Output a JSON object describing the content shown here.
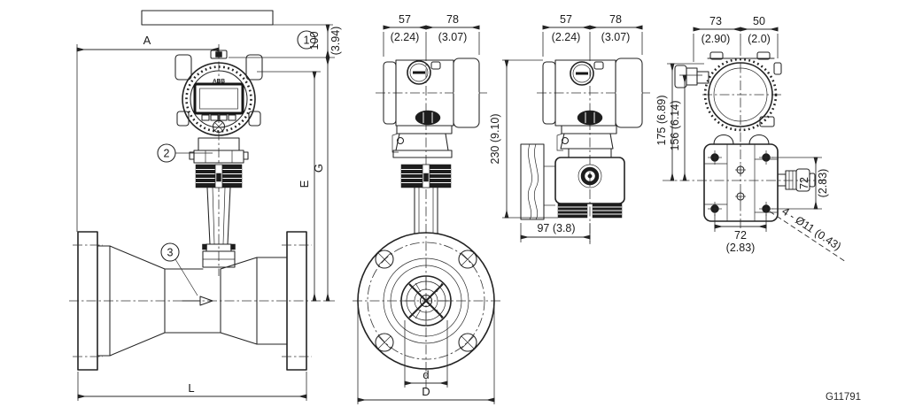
{
  "drawing_number": "G11791",
  "brand": "ABB",
  "callouts": {
    "c1": "1",
    "c2": "2",
    "c3": "3"
  },
  "view_installation": {
    "dim_A": "A",
    "dim_100_mm": "100",
    "dim_100_in": "(3.94)",
    "dim_E": "E",
    "dim_G": "G",
    "dim_L": "L"
  },
  "view_front": {
    "dim_57_mm": "57",
    "dim_57_in": "(2.24)",
    "dim_78_mm": "78",
    "dim_78_in": "(3.07)",
    "dim_d": "d",
    "dim_D": "D"
  },
  "view_side": {
    "dim_57_mm": "57",
    "dim_57_in": "(2.24)",
    "dim_78_mm": "78",
    "dim_78_in": "(3.07)",
    "dim_230": "230 (9.10)",
    "dim_97": "97 (3.8)"
  },
  "view_rear": {
    "dim_73_mm": "73",
    "dim_73_in": "(2.90)",
    "dim_50_mm": "50",
    "dim_50_in": "(2.0)",
    "dim_175": "175 (6.89)",
    "dim_156": "156 (6.14)",
    "dim_72_right_mm": "72",
    "dim_72_right_in": "(2.83)",
    "dim_72_bottom_mm": "72",
    "dim_72_bottom_in": "(2.83)",
    "note_holes": "4 - Ø11 (0.43)"
  }
}
